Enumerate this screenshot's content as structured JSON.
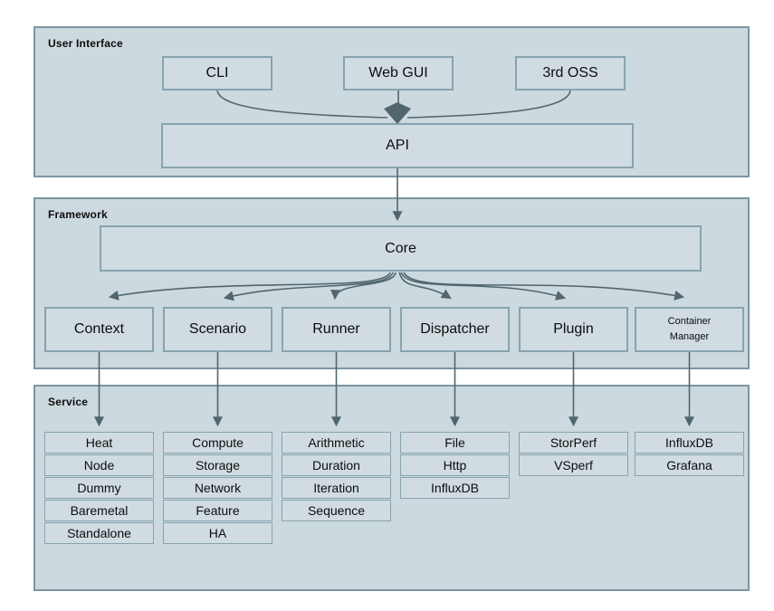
{
  "colors": {
    "panel_fill": "#ccd9de",
    "panel_border": "#7b96a1",
    "box_fill": "#d0dce1",
    "box_border": "#88a3ae",
    "arrow": "#51666f",
    "text": "#0d0d0d"
  },
  "layers": {
    "ui": {
      "label": "User Interface",
      "cli": "CLI",
      "web_gui": "Web GUI",
      "oss": "3rd OSS",
      "api": "API"
    },
    "framework": {
      "label": "Framework",
      "core": "Core",
      "components": [
        {
          "label": "Context"
        },
        {
          "label": "Scenario"
        },
        {
          "label": "Runner"
        },
        {
          "label": "Dispatcher"
        },
        {
          "label": "Plugin"
        },
        {
          "label": "Container Manager"
        }
      ]
    },
    "service": {
      "label": "Service",
      "stacks": [
        {
          "parent": "Context",
          "items": [
            "Heat",
            "Node",
            "Dummy",
            "Baremetal",
            "Standalone"
          ]
        },
        {
          "parent": "Scenario",
          "items": [
            "Compute",
            "Storage",
            "Network",
            "Feature",
            "HA"
          ]
        },
        {
          "parent": "Runner",
          "items": [
            "Arithmetic",
            "Duration",
            "Iteration",
            "Sequence"
          ]
        },
        {
          "parent": "Dispatcher",
          "items": [
            "File",
            "Http",
            "InfluxDB"
          ]
        },
        {
          "parent": "Plugin",
          "items": [
            "StorPerf",
            "VSperf"
          ]
        },
        {
          "parent": "Container Manager",
          "items": [
            "InfluxDB",
            "Grafana"
          ]
        }
      ]
    }
  }
}
